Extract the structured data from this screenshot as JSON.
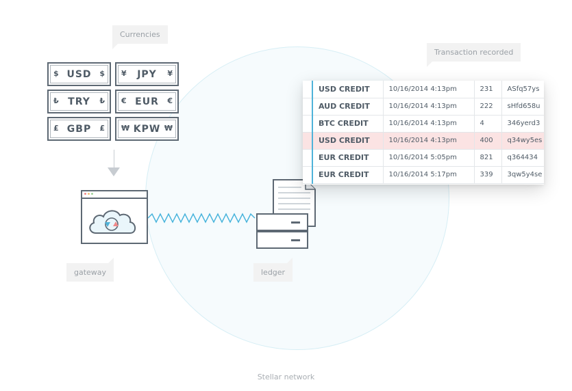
{
  "labels": {
    "currencies": "Currencies",
    "transaction_recorded": "Transaction recorded",
    "gateway": "gateway",
    "ledger": "ledger",
    "network": "Stellar network"
  },
  "currencies": [
    {
      "code": "USD",
      "symbol": "$"
    },
    {
      "code": "JPY",
      "symbol": "¥"
    },
    {
      "code": "TRY",
      "symbol": "₺"
    },
    {
      "code": "EUR",
      "symbol": "€"
    },
    {
      "code": "GBP",
      "symbol": "£"
    },
    {
      "code": "KPW",
      "symbol": "₩"
    }
  ],
  "transactions": [
    {
      "type": "USD CREDIT",
      "date": "10/16/2014 4:13pm",
      "num": "231",
      "id": "ASfq57ys",
      "highlight": false
    },
    {
      "type": "AUD CREDIT",
      "date": "10/16/2014 4:13pm",
      "num": "222",
      "id": "sHfd658u",
      "highlight": false
    },
    {
      "type": "BTC CREDIT",
      "date": "10/16/2014 4:13pm",
      "num": "4",
      "id": "346yerd3",
      "highlight": false
    },
    {
      "type": "USD CREDIT",
      "date": "10/16/2014 4:13pm",
      "num": "400",
      "id": "q34wy5es",
      "highlight": true
    },
    {
      "type": "EUR CREDIT",
      "date": "10/16/2014 5:05pm",
      "num": "821",
      "id": "q364434",
      "highlight": false
    },
    {
      "type": "EUR CREDIT",
      "date": "10/16/2014 5:17pm",
      "num": "339",
      "id": "3qw5y4se",
      "highlight": false
    }
  ],
  "colors": {
    "outline": "#5d6873",
    "accent_blue": "#4fb3d9",
    "accent_red": "#f08a8a",
    "highlight_row": "#fbe3e3",
    "wave": "#49b4dc"
  },
  "icons": {
    "gateway": "cloud-sync-icon",
    "ledger": "server-document-icon",
    "arrow": "arrow-down-icon",
    "connection": "zigzag-connection"
  }
}
